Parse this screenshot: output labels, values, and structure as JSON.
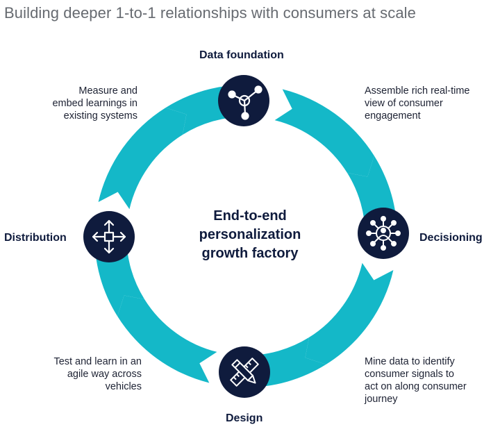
{
  "header": {
    "title": "Building deeper 1-to-1 relationships with consumers at scale"
  },
  "center": {
    "lines": [
      "End-to-end",
      "personalization",
      "growth factory"
    ]
  },
  "stages": {
    "data_foundation": {
      "label": "Data foundation",
      "icon": "network-nodes-icon",
      "description": [
        "Assemble rich real-time",
        "view of consumer",
        "engagement"
      ]
    },
    "decisioning": {
      "label": "Decisioning",
      "icon": "person-network-icon",
      "description": [
        "Mine data to identify",
        "consumer signals to",
        "act on along consumer",
        "journey"
      ]
    },
    "design": {
      "label": "Design",
      "icon": "pencil-ruler-icon",
      "description": [
        "Test and learn in an",
        "agile way across",
        "vehicles"
      ]
    },
    "distribution": {
      "label": "Distribution",
      "icon": "four-arrows-icon",
      "description": [
        "Measure and",
        "embed learnings in",
        "existing systems"
      ]
    }
  },
  "colors": {
    "ring": "#14b8c8",
    "node": "#0f1b3d",
    "text": "#0f1b3d",
    "title": "#666a70"
  }
}
